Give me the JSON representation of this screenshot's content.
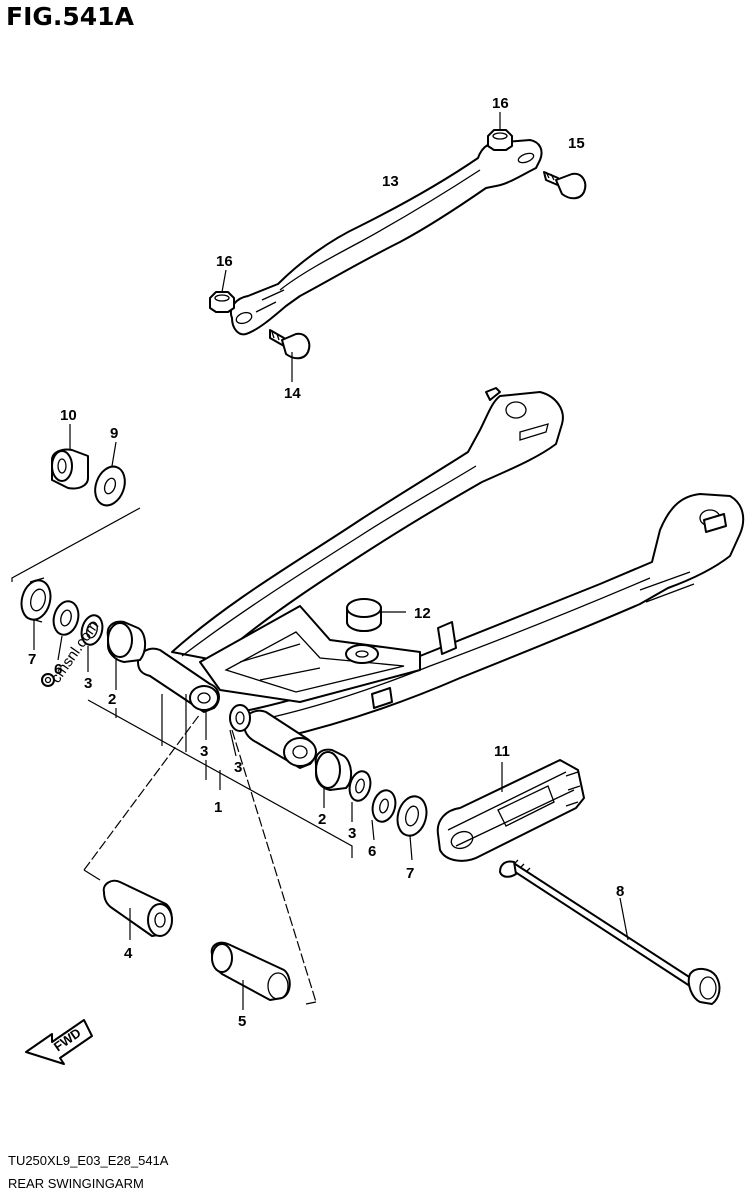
{
  "figure": {
    "title": "FIG.541A",
    "code": "TU250XL9_E03_E28_541A",
    "caption": "REAR SWINGINGARM",
    "watermark": "cmsnl.com",
    "direction_label": "FWD"
  },
  "callouts": [
    {
      "id": "c16a",
      "label": "16"
    },
    {
      "id": "c15",
      "label": "15"
    },
    {
      "id": "c13",
      "label": "13"
    },
    {
      "id": "c16b",
      "label": "16"
    },
    {
      "id": "c14",
      "label": "14"
    },
    {
      "id": "c10",
      "label": "10"
    },
    {
      "id": "c9",
      "label": "9"
    },
    {
      "id": "c12",
      "label": "12"
    },
    {
      "id": "c7a",
      "label": "7"
    },
    {
      "id": "c6a",
      "label": "6"
    },
    {
      "id": "c3a",
      "label": "3"
    },
    {
      "id": "c2a",
      "label": "2"
    },
    {
      "id": "c3b",
      "label": "3"
    },
    {
      "id": "c3c",
      "label": "3"
    },
    {
      "id": "c1",
      "label": "1"
    },
    {
      "id": "c11",
      "label": "11"
    },
    {
      "id": "c2b",
      "label": "2"
    },
    {
      "id": "c3d",
      "label": "3"
    },
    {
      "id": "c6b",
      "label": "6"
    },
    {
      "id": "c7b",
      "label": "7"
    },
    {
      "id": "c8",
      "label": "8"
    },
    {
      "id": "c4",
      "label": "4"
    },
    {
      "id": "c5",
      "label": "5"
    }
  ]
}
